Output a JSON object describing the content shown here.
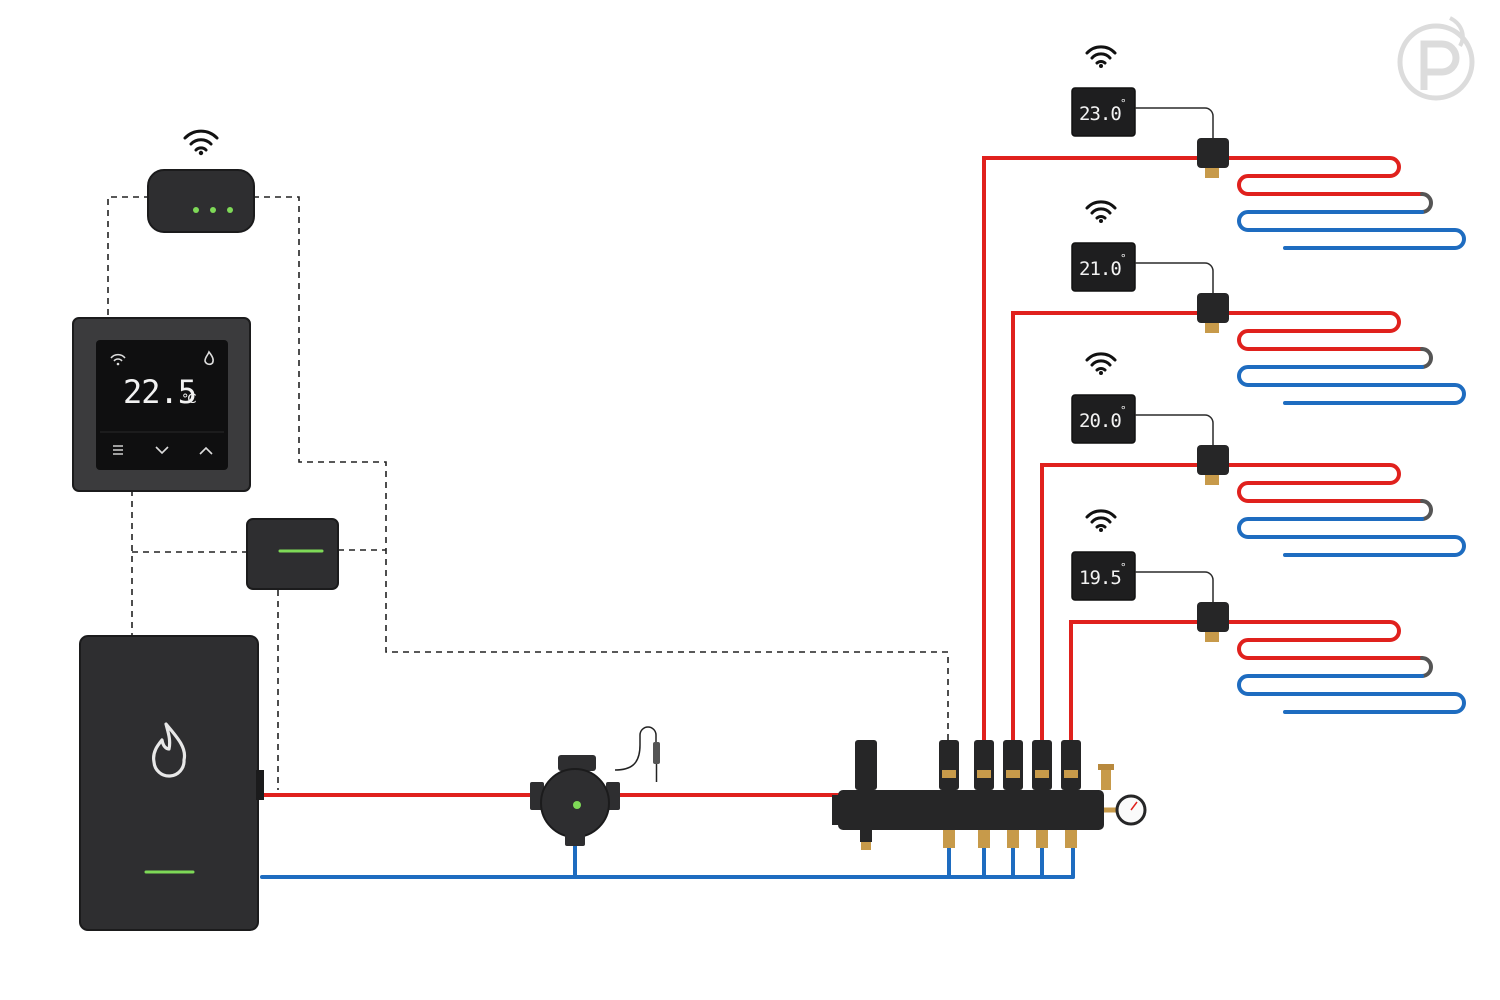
{
  "colors": {
    "supply": "#e0211d",
    "return": "#1e6cc0",
    "device": "#2e2e30",
    "device_edge": "#1b1b1c",
    "led": "#7ed957",
    "wire": "#2a2a2a",
    "brass": "#c79a4a"
  },
  "main_thermostat": {
    "temperature": "22.5",
    "unit": "℃",
    "icons": [
      "wifi-icon",
      "flame-icon",
      "menu-icon",
      "chevron-down-icon",
      "chevron-up-icon"
    ]
  },
  "zones": [
    {
      "temperature": "23.0",
      "degree": "°",
      "icon": "wifi-icon"
    },
    {
      "temperature": "21.0",
      "degree": "°",
      "icon": "wifi-icon"
    },
    {
      "temperature": "20.0",
      "degree": "°",
      "icon": "wifi-icon"
    },
    {
      "temperature": "19.5",
      "degree": "°",
      "icon": "wifi-icon"
    }
  ],
  "gateway": {
    "icon": "wifi-icon",
    "leds": 3
  },
  "boiler": {
    "icon": "flame-icon"
  },
  "logo": {
    "icon": "brand-logo-icon"
  }
}
